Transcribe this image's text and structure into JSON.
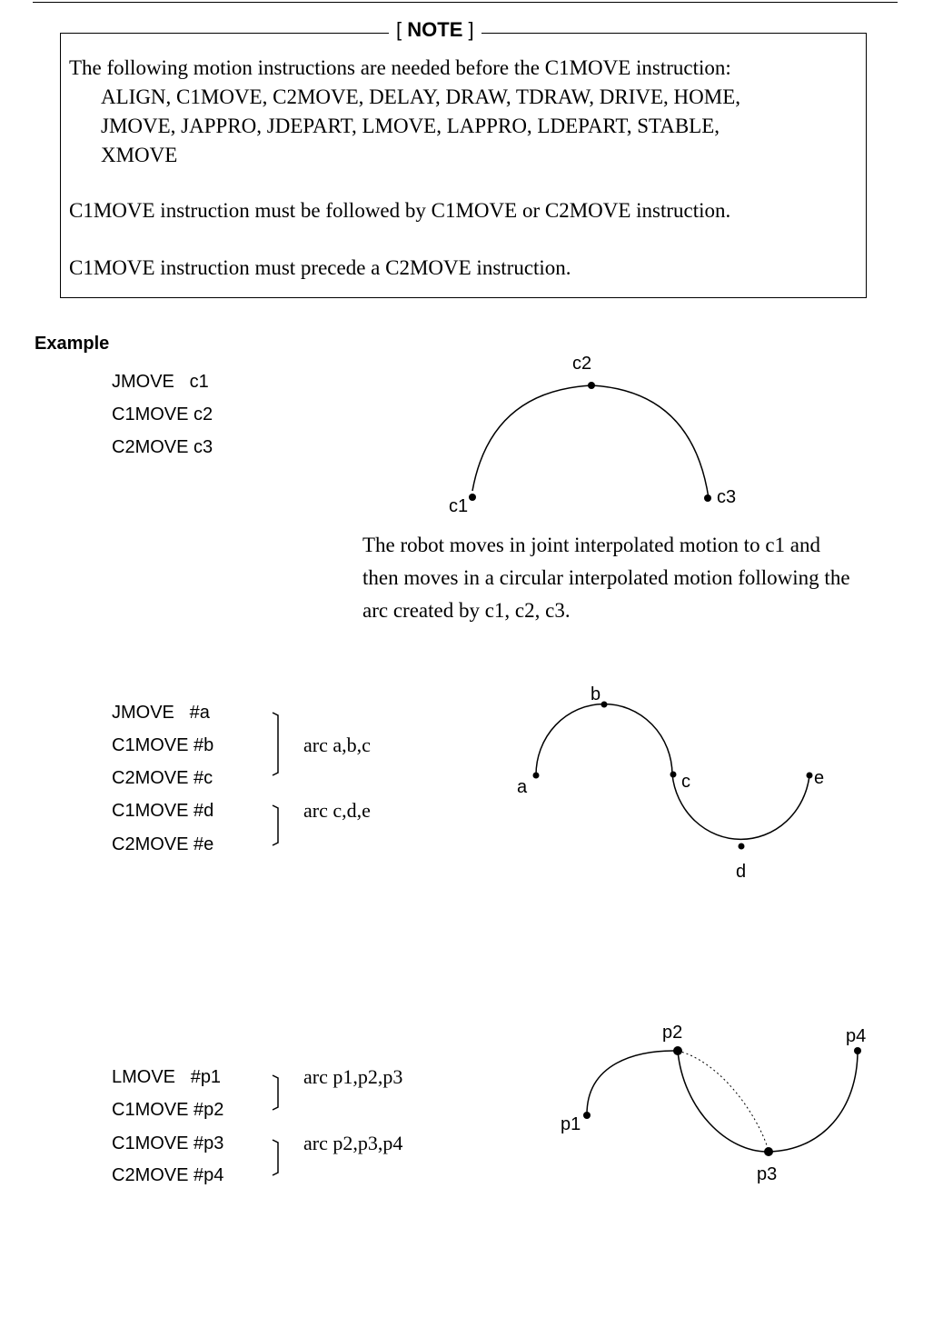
{
  "note": {
    "title": "NOTE",
    "bracket_open": "[",
    "bracket_close": "]",
    "line1": "The following motion instructions are needed before the C1MOVE instruction:",
    "line2": "ALIGN, C1MOVE, C2MOVE, DELAY, DRAW, TDRAW, DRIVE, HOME,",
    "line3": "JMOVE, JAPPRO, JDEPART, LMOVE, LAPPRO, LDEPART, STABLE,",
    "line4": "XMOVE",
    "line5": "C1MOVE instruction must be followed by C1MOVE or C2MOVE instruction.",
    "line6": "C1MOVE instruction must precede a C2MOVE instruction."
  },
  "example": {
    "title": "Example",
    "ex1": {
      "code": [
        "JMOVE   c1",
        "C1MOVE c2",
        "C2MOVE c3"
      ],
      "labels": {
        "c1": "c1",
        "c2": "c2",
        "c3": "c3"
      },
      "description": [
        "The robot moves in joint interpolated motion to c1 and",
        "then moves in a circular interpolated motion following the",
        "arc created by c1, c2, c3."
      ]
    },
    "ex2": {
      "code": [
        "JMOVE   #a",
        "C1MOVE #b",
        "C2MOVE #c",
        "C1MOVE #d",
        "C2MOVE #e"
      ],
      "arc_notes": [
        "arc a,b,c",
        "arc c,d,e"
      ],
      "labels": {
        "a": "a",
        "b": "b",
        "c": "c",
        "d": "d",
        "e": "e"
      }
    },
    "ex3": {
      "code": [
        "LMOVE   #p1",
        "C1MOVE #p2",
        "C1MOVE #p3",
        "C2MOVE #p4"
      ],
      "arc_notes": [
        "arc p1,p2,p3",
        "arc p2,p3,p4"
      ],
      "labels": {
        "p1": "p1",
        "p2": "p2",
        "p3": "p3",
        "p4": "p4"
      }
    }
  }
}
